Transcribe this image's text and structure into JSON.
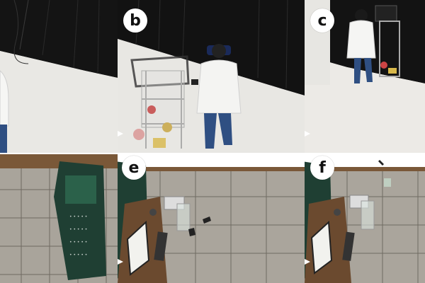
{
  "panels": {
    "a": {
      "label": ""
    },
    "b": {
      "label": "b"
    },
    "c": {
      "label": "c"
    },
    "d": {
      "label": ""
    },
    "e": {
      "label": "e"
    },
    "f": {
      "label": "f"
    }
  },
  "colors": {
    "floor": "#e9e8e4",
    "curtain": "#121212",
    "shirt": "#f3f3f1",
    "jeans": "#2f4f82",
    "tile": "#a9a49b",
    "tile_line": "#6f6a62",
    "desk": "#6b4a2f",
    "wall_trim": "#7a5838",
    "poster": "#1f3f33",
    "arrow": "#ffffff"
  },
  "icons": {
    "transition_arrow": "right-arrow-icon"
  }
}
